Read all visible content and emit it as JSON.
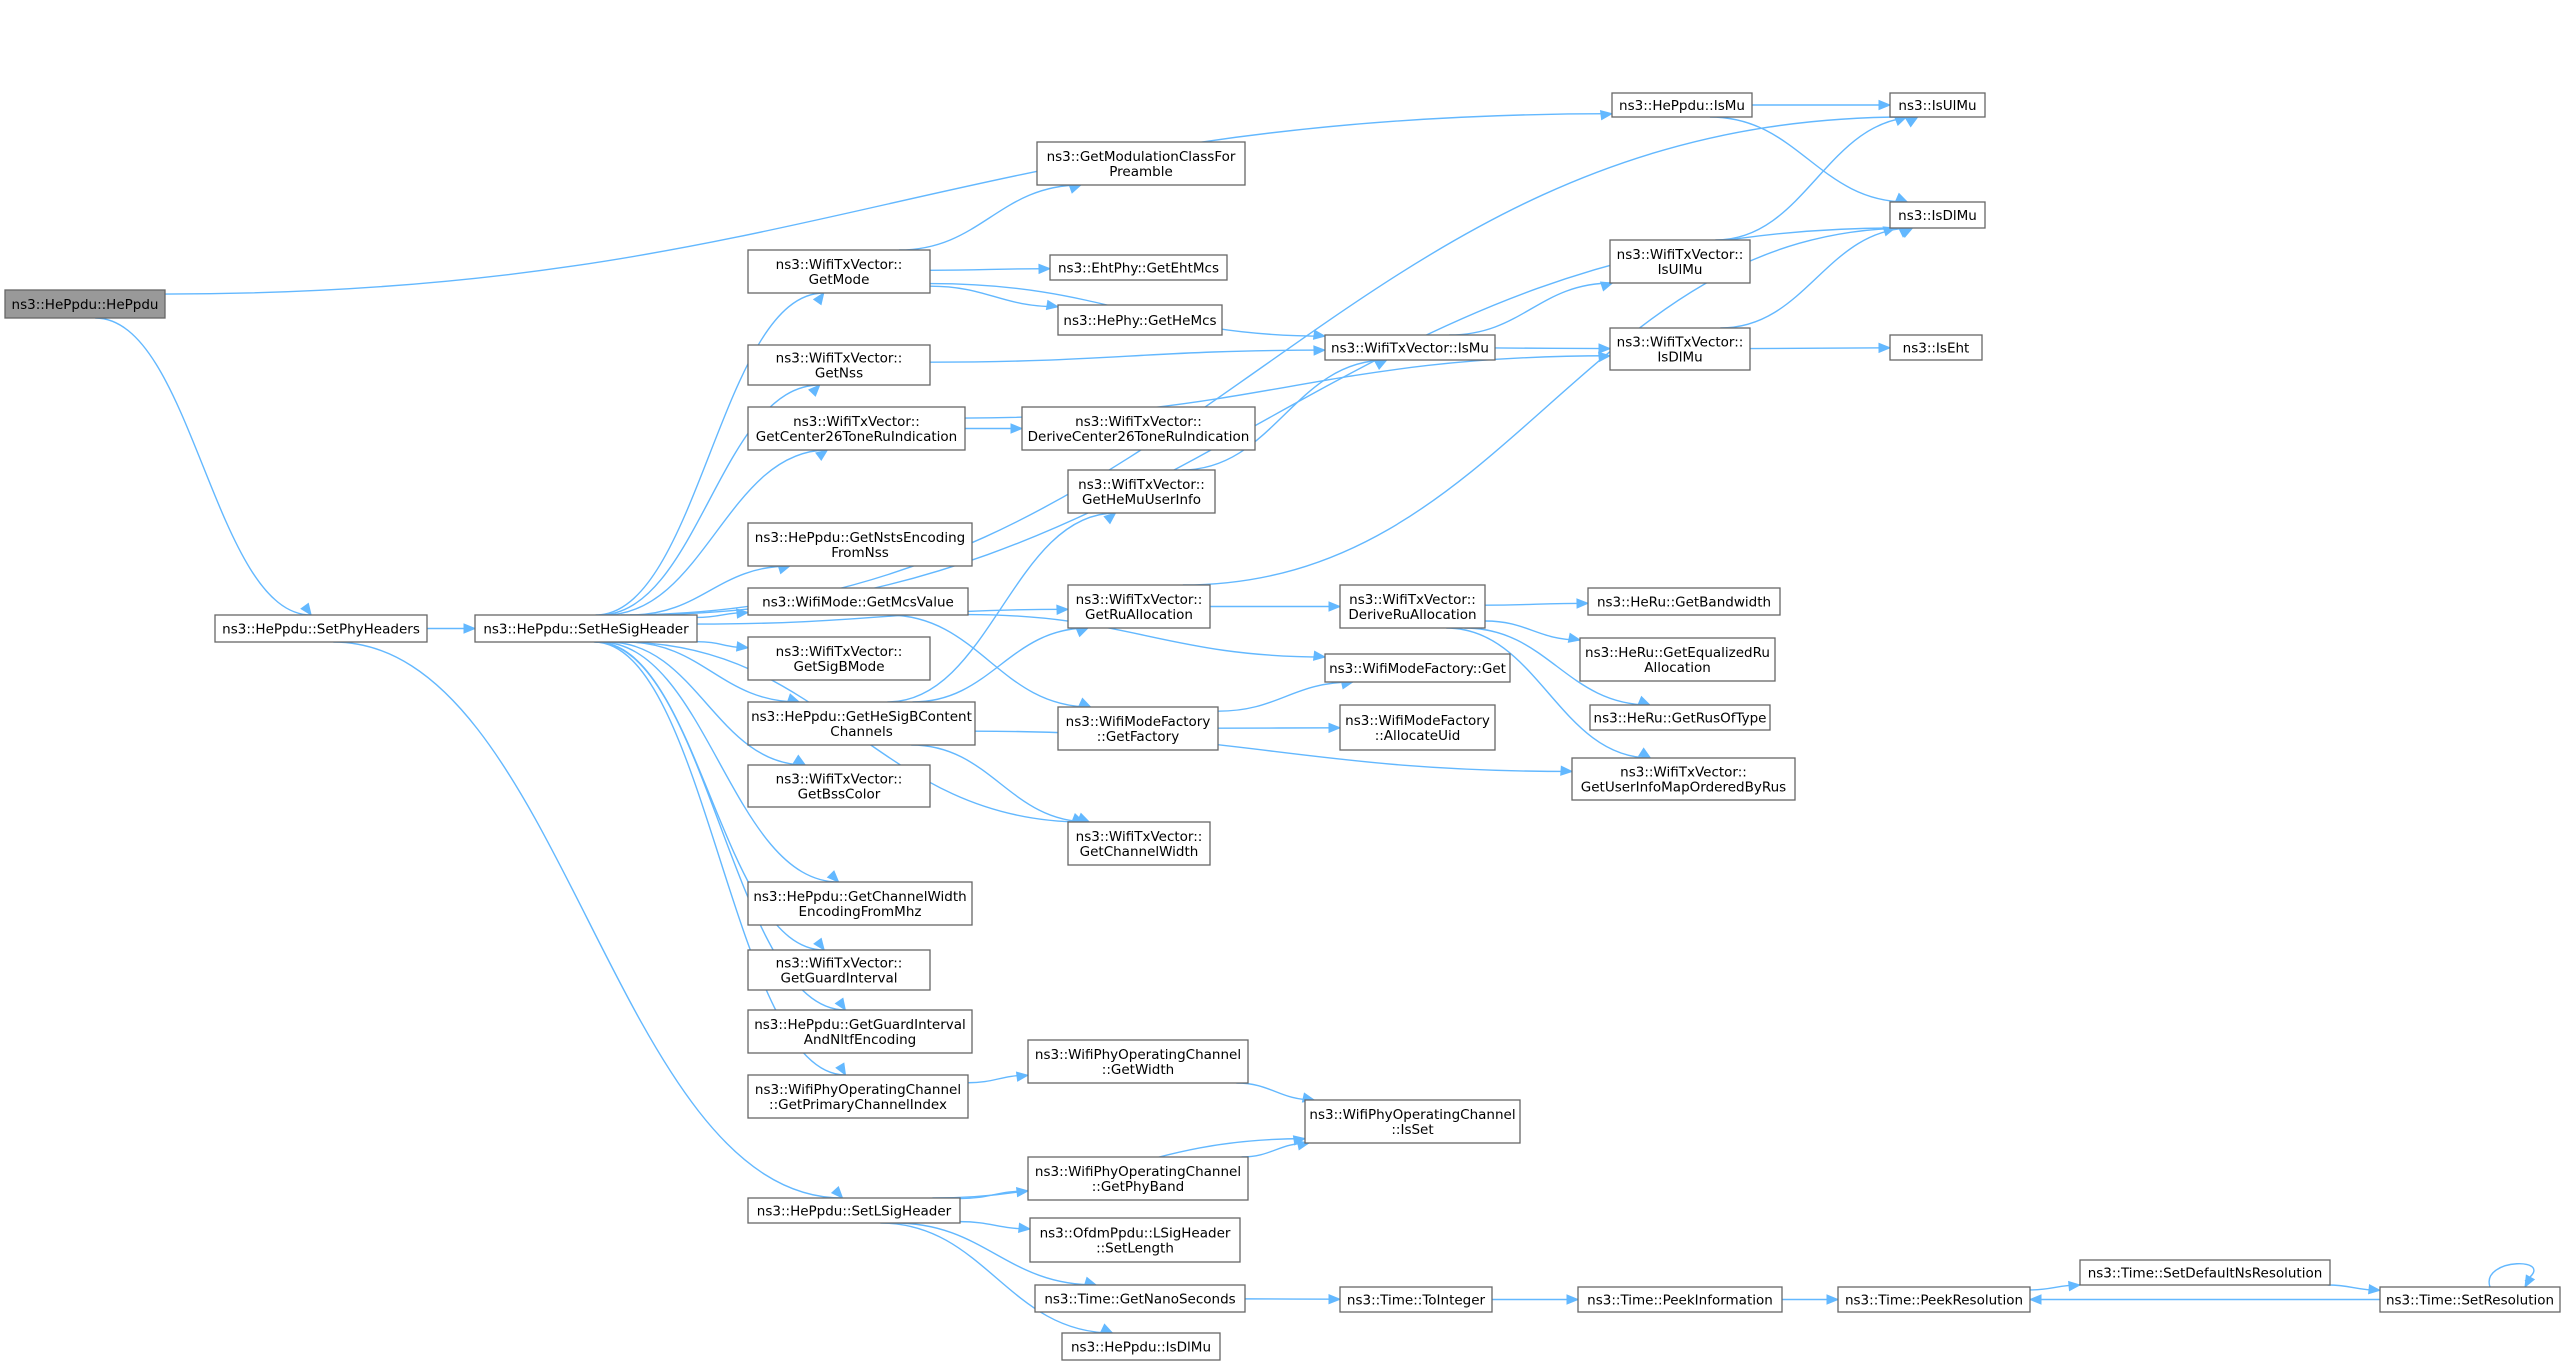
{
  "graph": {
    "nodes": [
      {
        "id": "n0",
        "lines": [
          "ns3::HePpdu::HePpdu"
        ],
        "root": true
      },
      {
        "id": "n1",
        "lines": [
          "ns3::HePpdu::SetPhyHeaders"
        ]
      },
      {
        "id": "n2",
        "lines": [
          "ns3::HePpdu::SetHeSigHeader"
        ]
      },
      {
        "id": "n3",
        "lines": [
          "ns3::HePpdu::IsMu"
        ]
      },
      {
        "id": "n4",
        "lines": [
          "ns3::IsUlMu"
        ]
      },
      {
        "id": "n5",
        "lines": [
          "ns3::IsDlMu"
        ]
      },
      {
        "id": "n6",
        "lines": [
          "ns3::GetModulationClassFor",
          "Preamble"
        ]
      },
      {
        "id": "n7",
        "lines": [
          "ns3::WifiTxVector::",
          "GetMode"
        ]
      },
      {
        "id": "n8",
        "lines": [
          "ns3::EhtPhy::GetEhtMcs"
        ]
      },
      {
        "id": "n9",
        "lines": [
          "ns3::HePhy::GetHeMcs"
        ]
      },
      {
        "id": "n10",
        "lines": [
          "ns3::WifiTxVector::IsMu"
        ]
      },
      {
        "id": "n11",
        "lines": [
          "ns3::WifiTxVector::",
          "IsUlMu"
        ]
      },
      {
        "id": "n12",
        "lines": [
          "ns3::WifiTxVector::",
          "IsDlMu"
        ]
      },
      {
        "id": "n13",
        "lines": [
          "ns3::IsEht"
        ]
      },
      {
        "id": "n14",
        "lines": [
          "ns3::WifiTxVector::",
          "GetNss"
        ]
      },
      {
        "id": "n15",
        "lines": [
          "ns3::WifiTxVector::",
          "GetCenter26ToneRuIndication"
        ]
      },
      {
        "id": "n16",
        "lines": [
          "ns3::WifiTxVector::",
          "DeriveCenter26ToneRuIndication"
        ]
      },
      {
        "id": "n17",
        "lines": [
          "ns3::WifiTxVector::",
          "GetHeMuUserInfo"
        ]
      },
      {
        "id": "n18",
        "lines": [
          "ns3::HePpdu::GetNstsEncoding",
          "FromNss"
        ]
      },
      {
        "id": "n19",
        "lines": [
          "ns3::WifiMode::GetMcsValue"
        ]
      },
      {
        "id": "n20",
        "lines": [
          "ns3::WifiTxVector::",
          "GetRuAllocation"
        ]
      },
      {
        "id": "n21",
        "lines": [
          "ns3::WifiTxVector::",
          "DeriveRuAllocation"
        ]
      },
      {
        "id": "n22",
        "lines": [
          "ns3::HeRu::GetBandwidth"
        ]
      },
      {
        "id": "n23",
        "lines": [
          "ns3::HeRu::GetEqualizedRu",
          "Allocation"
        ]
      },
      {
        "id": "n24",
        "lines": [
          "ns3::HeRu::GetRusOfType"
        ]
      },
      {
        "id": "n25",
        "lines": [
          "ns3::WifiTxVector::",
          "GetSigBMode"
        ]
      },
      {
        "id": "n26",
        "lines": [
          "ns3::WifiModeFactory::Get"
        ]
      },
      {
        "id": "n27",
        "lines": [
          "ns3::HePpdu::GetHeSigBContent",
          "Channels"
        ]
      },
      {
        "id": "n28",
        "lines": [
          "ns3::WifiModeFactory",
          "::GetFactory"
        ]
      },
      {
        "id": "n29",
        "lines": [
          "ns3::WifiModeFactory",
          "::AllocateUid"
        ]
      },
      {
        "id": "n30",
        "lines": [
          "ns3::WifiTxVector::",
          "GetUserInfoMapOrderedByRus"
        ]
      },
      {
        "id": "n31",
        "lines": [
          "ns3::WifiTxVector::",
          "GetBssColor"
        ]
      },
      {
        "id": "n32",
        "lines": [
          "ns3::WifiTxVector::",
          "GetChannelWidth"
        ]
      },
      {
        "id": "n33",
        "lines": [
          "ns3::HePpdu::GetChannelWidth",
          "EncodingFromMhz"
        ]
      },
      {
        "id": "n34",
        "lines": [
          "ns3::WifiTxVector::",
          "GetGuardInterval"
        ]
      },
      {
        "id": "n35",
        "lines": [
          "ns3::HePpdu::GetGuardInterval",
          "AndNltfEncoding"
        ]
      },
      {
        "id": "n36",
        "lines": [
          "ns3::WifiPhyOperatingChannel",
          "::GetPrimaryChannelIndex"
        ]
      },
      {
        "id": "n37",
        "lines": [
          "ns3::WifiPhyOperatingChannel",
          "::GetWidth"
        ]
      },
      {
        "id": "n38",
        "lines": [
          "ns3::WifiPhyOperatingChannel",
          "::IsSet"
        ]
      },
      {
        "id": "n39",
        "lines": [
          "ns3::WifiPhyOperatingChannel",
          "::GetPhyBand"
        ]
      },
      {
        "id": "n40",
        "lines": [
          "ns3::HePpdu::SetLSigHeader"
        ]
      },
      {
        "id": "n41",
        "lines": [
          "ns3::OfdmPpdu::LSigHeader",
          "::SetLength"
        ]
      },
      {
        "id": "n42",
        "lines": [
          "ns3::Time::GetNanoSeconds"
        ]
      },
      {
        "id": "n43",
        "lines": [
          "ns3::Time::ToInteger"
        ]
      },
      {
        "id": "n44",
        "lines": [
          "ns3::Time::PeekInformation"
        ]
      },
      {
        "id": "n45",
        "lines": [
          "ns3::Time::PeekResolution"
        ]
      },
      {
        "id": "n46",
        "lines": [
          "ns3::Time::SetDefaultNsResolution"
        ]
      },
      {
        "id": "n47",
        "lines": [
          "ns3::Time::SetResolution"
        ]
      },
      {
        "id": "n48",
        "lines": [
          "ns3::HePpdu::IsDlMu"
        ]
      }
    ],
    "edges": [
      [
        "n0",
        "n3"
      ],
      [
        "n0",
        "n1"
      ],
      [
        "n1",
        "n2"
      ],
      [
        "n1",
        "n40"
      ],
      [
        "n2",
        "n4"
      ],
      [
        "n2",
        "n5"
      ],
      [
        "n2",
        "n7"
      ],
      [
        "n2",
        "n14"
      ],
      [
        "n2",
        "n15"
      ],
      [
        "n2",
        "n20"
      ],
      [
        "n2",
        "n18"
      ],
      [
        "n2",
        "n19"
      ],
      [
        "n2",
        "n25"
      ],
      [
        "n2",
        "n27"
      ],
      [
        "n2",
        "n31"
      ],
      [
        "n2",
        "n32"
      ],
      [
        "n2",
        "n33"
      ],
      [
        "n2",
        "n34"
      ],
      [
        "n2",
        "n35"
      ],
      [
        "n2",
        "n36"
      ],
      [
        "n3",
        "n4"
      ],
      [
        "n3",
        "n5"
      ],
      [
        "n7",
        "n6"
      ],
      [
        "n7",
        "n8"
      ],
      [
        "n7",
        "n9"
      ],
      [
        "n7",
        "n10"
      ],
      [
        "n10",
        "n11"
      ],
      [
        "n10",
        "n12"
      ],
      [
        "n11",
        "n4"
      ],
      [
        "n12",
        "n5"
      ],
      [
        "n12",
        "n13"
      ],
      [
        "n14",
        "n10"
      ],
      [
        "n15",
        "n16"
      ],
      [
        "n15",
        "n12"
      ],
      [
        "n17",
        "n10"
      ],
      [
        "n19",
        "n28"
      ],
      [
        "n19",
        "n26"
      ],
      [
        "n20",
        "n5"
      ],
      [
        "n20",
        "n21"
      ],
      [
        "n21",
        "n22"
      ],
      [
        "n21",
        "n23"
      ],
      [
        "n21",
        "n24"
      ],
      [
        "n21",
        "n30"
      ],
      [
        "n27",
        "n17"
      ],
      [
        "n27",
        "n20"
      ],
      [
        "n27",
        "n30"
      ],
      [
        "n27",
        "n32"
      ],
      [
        "n28",
        "n26"
      ],
      [
        "n28",
        "n29"
      ],
      [
        "n36",
        "n37"
      ],
      [
        "n37",
        "n38"
      ],
      [
        "n39",
        "n38"
      ],
      [
        "n40",
        "n38"
      ],
      [
        "n40",
        "n39"
      ],
      [
        "n40",
        "n41"
      ],
      [
        "n40",
        "n42"
      ],
      [
        "n40",
        "n48"
      ],
      [
        "n42",
        "n43"
      ],
      [
        "n43",
        "n44"
      ],
      [
        "n44",
        "n45"
      ],
      [
        "n45",
        "n46"
      ],
      [
        "n46",
        "n47"
      ],
      [
        "n47",
        "n45"
      ],
      [
        "n47",
        "n47"
      ]
    ]
  }
}
